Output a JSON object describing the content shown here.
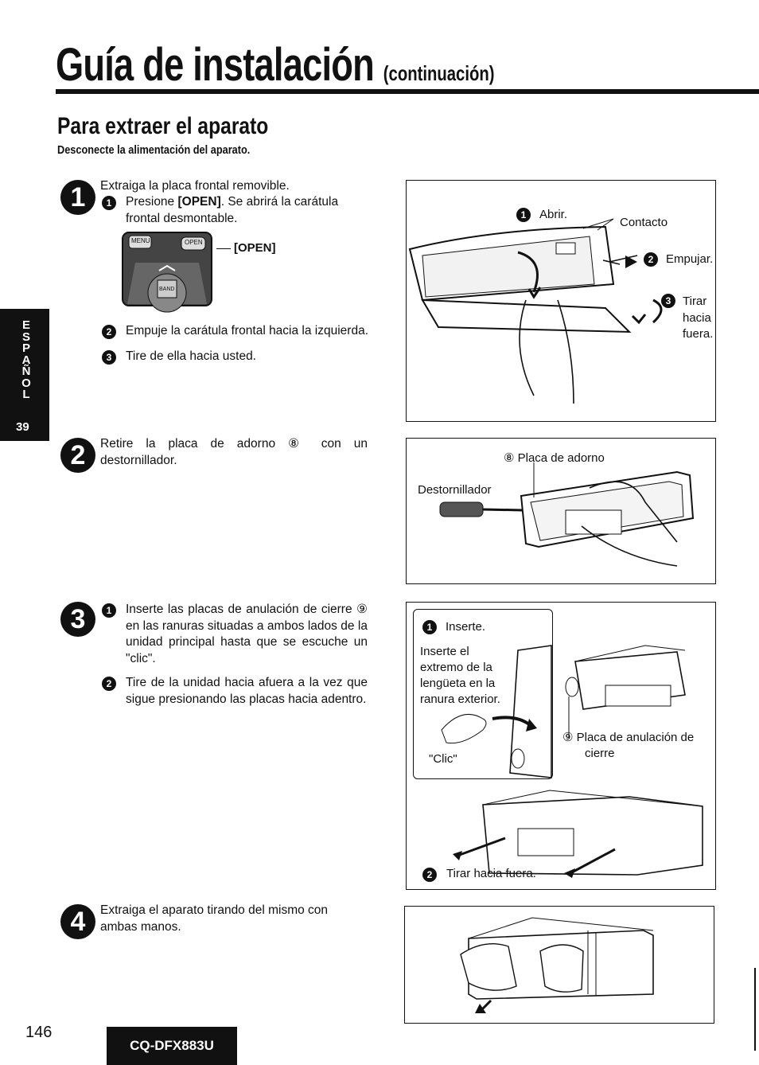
{
  "header": {
    "title": "Guía de instalación",
    "title_suffix": "(continuación)",
    "section_title": "Para extraer el aparato",
    "lead": "Desconecte la alimentación del aparato."
  },
  "side_tab": {
    "letters": [
      "E",
      "S",
      "P",
      "A",
      "Ñ",
      "O",
      "L"
    ],
    "page": "39"
  },
  "steps": {
    "s1": {
      "number": "1",
      "intro": "Extraiga la placa frontal removible.",
      "sub1_num": "1",
      "sub1_text_a": "Presione ",
      "sub1_text_b": "[OPEN]",
      "sub1_text_c": ". Se abrirá la carátula frontal desmontable.",
      "inset_label": "[OPEN]",
      "inset_buttons": [
        "MENU",
        "OPEN",
        "BAND"
      ],
      "sub2_num": "2",
      "sub2_text": "Empuje la carátula frontal hacia la izquierda.",
      "sub3_num": "3",
      "sub3_text": "Tire de ella hacia usted.",
      "fig": {
        "abrir_num": "1",
        "abrir": "Abrir.",
        "contacto": "Contacto",
        "empujar_num": "2",
        "empujar": "Empujar.",
        "tirar_num": "3",
        "tirar": [
          "Tirar",
          "hacia",
          "fuera."
        ]
      }
    },
    "s2": {
      "number": "2",
      "text": "Retire la placa de adorno ⑧ con un destornillador.",
      "fig": {
        "placa": "⑧ Placa de adorno",
        "destornillador": "Destornillador"
      }
    },
    "s3": {
      "number": "3",
      "sub1_num": "1",
      "sub1_text": "Inserte las placas de anulación de cierre ⑨ en las ranuras situadas a ambos lados de la unidad principal hasta que se escuche un \"clic\".",
      "sub2_num": "2",
      "sub2_text": "Tire de la unidad hacia afuera a la vez que sigue presionando las placas hacia adentro.",
      "fig": {
        "inserte_num": "1",
        "inserte": "Inserte.",
        "inserte_desc": [
          "Inserte el",
          "extremo de la",
          "lengüeta en la",
          "ranura exterior."
        ],
        "clic": "\"Clic\"",
        "placa_anulacion": [
          "⑨ Placa de anulación de",
          "cierre"
        ],
        "tirar_num": "2",
        "tirar": "Tirar hacia fuera."
      }
    },
    "s4": {
      "number": "4",
      "text": "Extraiga el aparato tirando del mismo con ambas manos."
    }
  },
  "footer": {
    "page_number": "146",
    "model": "CQ-DFX883U"
  }
}
